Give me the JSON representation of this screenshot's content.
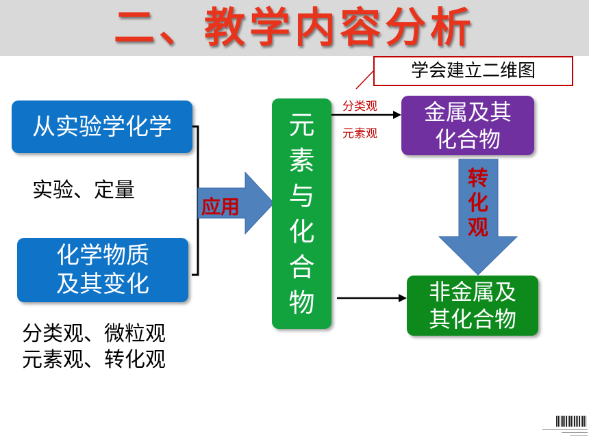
{
  "title": "二、教学内容分析",
  "callout": "学会建立二维图",
  "boxes": {
    "exp_chem": "从实验学化学",
    "substances_line1": "化学物质",
    "substances_line2": "及其变化",
    "elements": [
      "元",
      "素",
      "与",
      "化",
      "合",
      "物"
    ],
    "metal_line1": "金属及其",
    "metal_line2": "化合物",
    "nonmetal_line1": "非金属及",
    "nonmetal_line2": "其化合物"
  },
  "notes": {
    "exp_quant": "实验、定量",
    "views_line1": "分类观、微粒观",
    "views_line2": "元素观、转化观"
  },
  "arrows": {
    "apply": "应用",
    "classify_view": "分类观",
    "element_view": "元素观",
    "transform": [
      "转",
      "化",
      "观"
    ]
  },
  "colors": {
    "title": "#e8341c",
    "blue_box": "#0f73c7",
    "green_box": "#12a33f",
    "purple_box": "#7030a0",
    "darkgreen_box": "#0e8a1d",
    "arrow_fill": "#4f81bd",
    "label_red": "#c00000"
  }
}
